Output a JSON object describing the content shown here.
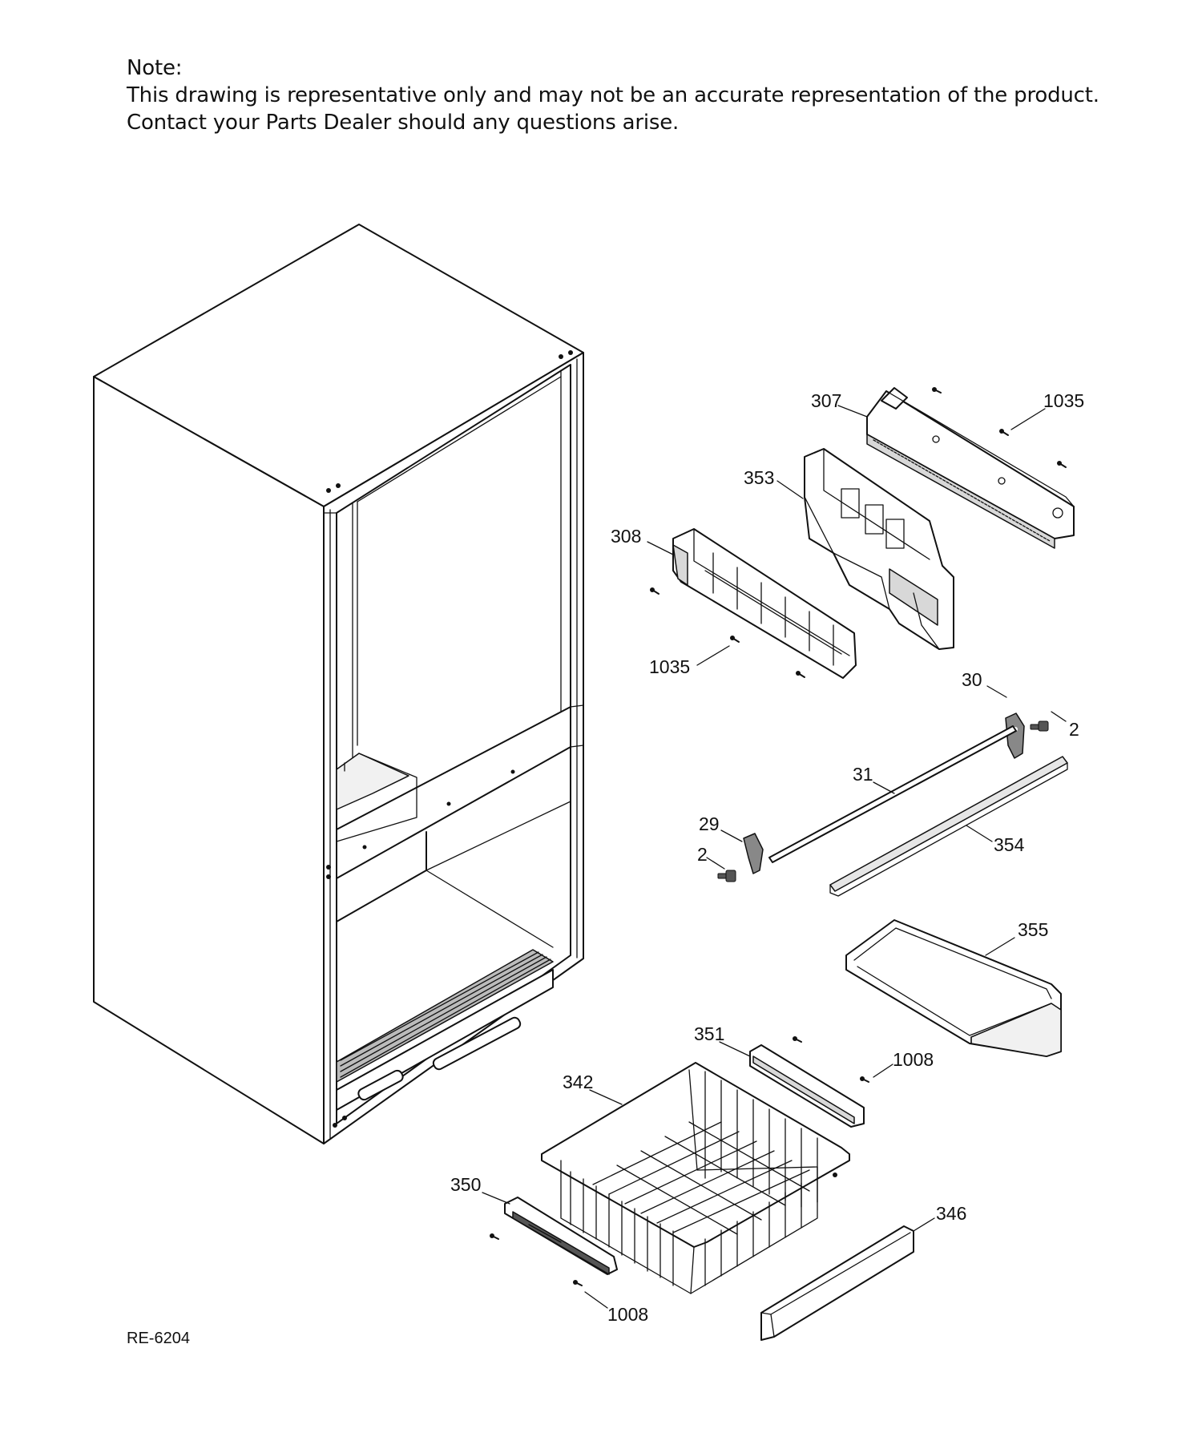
{
  "note": {
    "heading": "Note:",
    "line1": "This drawing is representative only and may not be an accurate representation of the product.",
    "line2": "Contact your Parts Dealer should any questions arise."
  },
  "diagram_code": "RE-6204",
  "callouts": {
    "p307": "307",
    "p1035_top": "1035",
    "p353": "353",
    "p308": "308",
    "p1035_mid": "1035",
    "p30": "30",
    "p2_right": "2",
    "p31": "31",
    "p29": "29",
    "p2_left": "2",
    "p354": "354",
    "p355": "355",
    "p351": "351",
    "p1008_right": "1008",
    "p342": "342",
    "p350": "350",
    "p346": "346",
    "p1008_bottom": "1008"
  }
}
